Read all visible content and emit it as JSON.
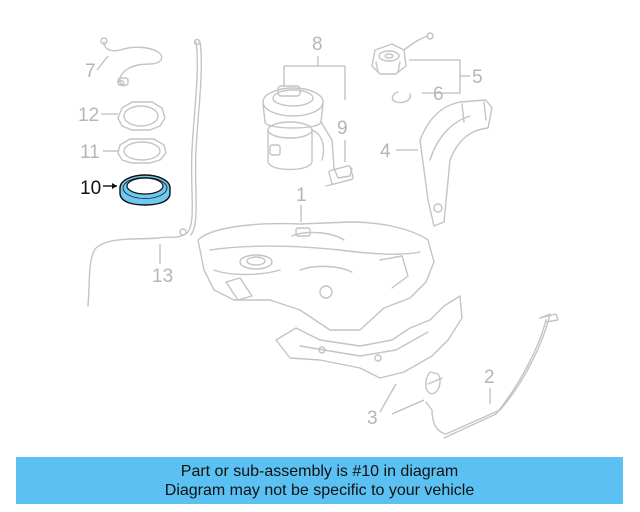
{
  "callouts": {
    "c1": "1",
    "c2": "2",
    "c3": "3",
    "c4": "4",
    "c5": "5",
    "c6": "6",
    "c7": "7",
    "c8": "8",
    "c9": "9",
    "c10": "10",
    "c11": "11",
    "c12": "12",
    "c13": "13"
  },
  "highlight": {
    "part": "10",
    "color": "#6ec8ef"
  },
  "banner": {
    "line1": "Part or sub-assembly is #10 in diagram",
    "line2": "Diagram may not be specific to your vehicle",
    "color": "#5bc1f3"
  }
}
